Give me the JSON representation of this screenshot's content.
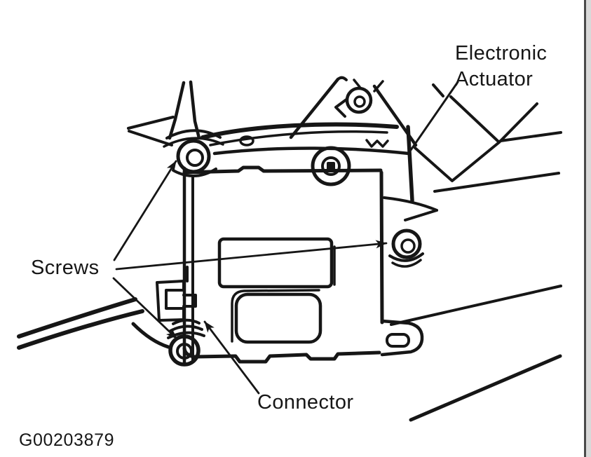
{
  "figure": {
    "code": "G00203879",
    "type": "service-manual line drawing",
    "subject": "Electronic actuator mounting with screws and connector",
    "background_color": "#ffffff",
    "ink_color": "#161616",
    "page_edge_line_color": "#4a4a4a",
    "page_edge_strip_color": "#d9d9d9"
  },
  "labels": {
    "electronic_actuator": {
      "line1": "Electronic",
      "line2": "Actuator"
    },
    "screws": "Screws",
    "connector": "Connector"
  },
  "callouts": {
    "screws_arrow_count": 3,
    "connector_arrow_count": 1,
    "electronic_actuator_leader_count": 1
  }
}
